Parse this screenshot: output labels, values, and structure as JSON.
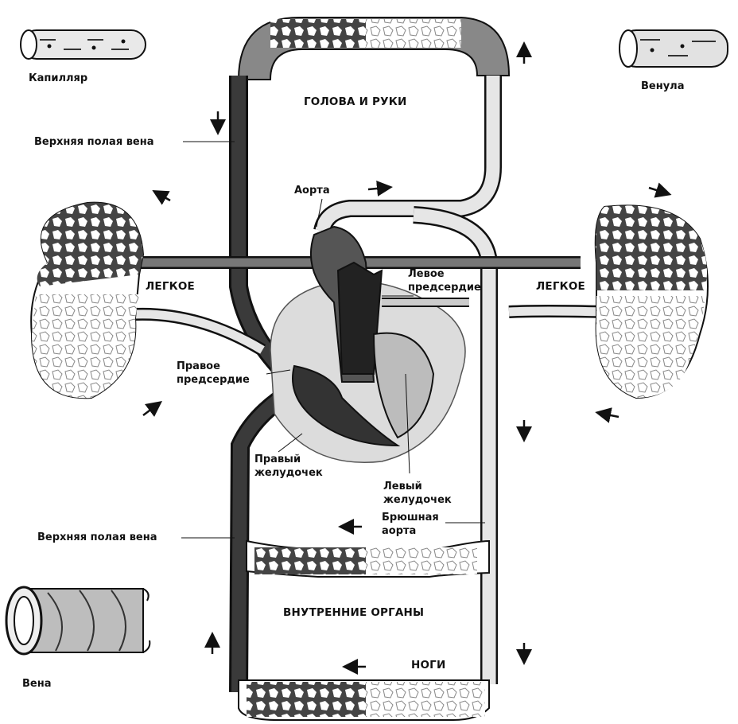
{
  "labels": {
    "capillary": "Капилляр",
    "venule": "Венула",
    "vein": "Вена",
    "upper_vena_cava_top": "Верхняя полая вена",
    "upper_vena_cava_bottom": "Верхняя полая вена",
    "head_arms": "ГОЛОВА И РУКИ",
    "aorta": "Аорта",
    "left_atrium": "Левое\nпредсердие",
    "right_atrium": "Правое\nпредсердие",
    "right_ventricle": "Правый\nжелудочек",
    "left_ventricle": "Левый\nжелудочек",
    "abdominal_aorta": "Брюшная\nаорта",
    "lung_left": "ЛЕГКОЕ",
    "lung_right": "ЛЕГКОЕ",
    "internal_organs": "ВНУТРЕННИЕ ОРГАНЫ",
    "legs": "НОГИ"
  },
  "colors": {
    "vein_dark": "#3a3a3a",
    "artery_light": "#d9d9d9",
    "outline": "#1a1a1a"
  }
}
